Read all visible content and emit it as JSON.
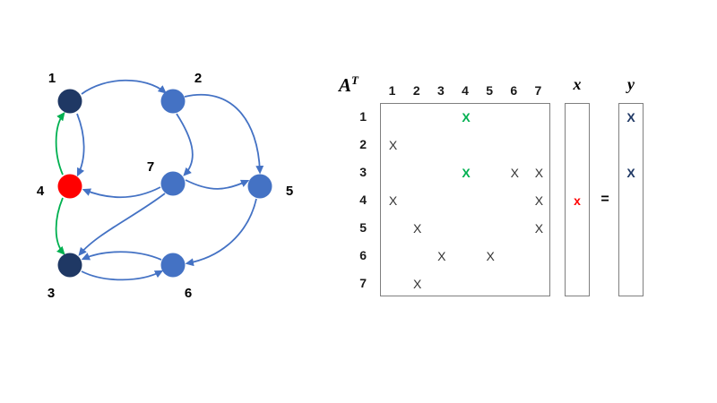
{
  "graph": {
    "nodes": [
      {
        "id": "1",
        "label": "1",
        "color": "#1f3864"
      },
      {
        "id": "2",
        "label": "2",
        "color": "#4472c4"
      },
      {
        "id": "3",
        "label": "3",
        "color": "#1f3864"
      },
      {
        "id": "4",
        "label": "4",
        "color": "#ff0000"
      },
      {
        "id": "5",
        "label": "5",
        "color": "#4472c4"
      },
      {
        "id": "6",
        "label": "6",
        "color": "#4472c4"
      },
      {
        "id": "7",
        "label": "7",
        "color": "#4472c4"
      }
    ],
    "edges": [
      {
        "from": "1",
        "to": "2",
        "color": "blue"
      },
      {
        "from": "1",
        "to": "4",
        "color": "blue"
      },
      {
        "from": "4",
        "to": "1",
        "color": "green"
      },
      {
        "from": "4",
        "to": "3",
        "color": "green"
      },
      {
        "from": "2",
        "to": "7",
        "color": "blue"
      },
      {
        "from": "2",
        "to": "5",
        "color": "blue"
      },
      {
        "from": "7",
        "to": "5",
        "color": "blue"
      },
      {
        "from": "7",
        "to": "4",
        "color": "blue"
      },
      {
        "from": "7",
        "to": "3",
        "color": "blue"
      },
      {
        "from": "6",
        "to": "3",
        "color": "blue"
      },
      {
        "from": "3",
        "to": "6",
        "color": "blue"
      },
      {
        "from": "5",
        "to": "6",
        "color": "blue"
      }
    ],
    "edge_colors": {
      "blue": "#4472c4",
      "green": "#00b050"
    }
  },
  "matrix": {
    "title_base": "A",
    "title_sup": "T",
    "col_headers": [
      "1",
      "2",
      "3",
      "4",
      "5",
      "6",
      "7"
    ],
    "row_labels": [
      "1",
      "2",
      "3",
      "4",
      "5",
      "6",
      "7"
    ],
    "marks": [
      {
        "row": 1,
        "col": 4,
        "symbol": "X",
        "color": "green"
      },
      {
        "row": 2,
        "col": 1,
        "symbol": "X",
        "color": "black"
      },
      {
        "row": 3,
        "col": 4,
        "symbol": "X",
        "color": "green"
      },
      {
        "row": 3,
        "col": 6,
        "symbol": "X",
        "color": "black"
      },
      {
        "row": 3,
        "col": 7,
        "symbol": "X",
        "color": "black"
      },
      {
        "row": 4,
        "col": 1,
        "symbol": "X",
        "color": "black"
      },
      {
        "row": 4,
        "col": 7,
        "symbol": "X",
        "color": "black"
      },
      {
        "row": 5,
        "col": 2,
        "symbol": "X",
        "color": "black"
      },
      {
        "row": 5,
        "col": 7,
        "symbol": "X",
        "color": "black"
      },
      {
        "row": 6,
        "col": 3,
        "symbol": "X",
        "color": "black"
      },
      {
        "row": 6,
        "col": 5,
        "symbol": "X",
        "color": "black"
      },
      {
        "row": 7,
        "col": 2,
        "symbol": "X",
        "color": "black"
      }
    ]
  },
  "x_vector": {
    "label": "x",
    "marks": [
      {
        "row": 4,
        "symbol": "x",
        "color": "red"
      }
    ]
  },
  "equals": "=",
  "y_vector": {
    "label": "y",
    "marks": [
      {
        "row": 1,
        "symbol": "X",
        "color": "navy"
      },
      {
        "row": 3,
        "symbol": "X",
        "color": "navy"
      }
    ]
  },
  "mark_colors": {
    "black": "#333333",
    "green": "#00b050",
    "red": "#ff0000",
    "navy": "#1f3864"
  }
}
